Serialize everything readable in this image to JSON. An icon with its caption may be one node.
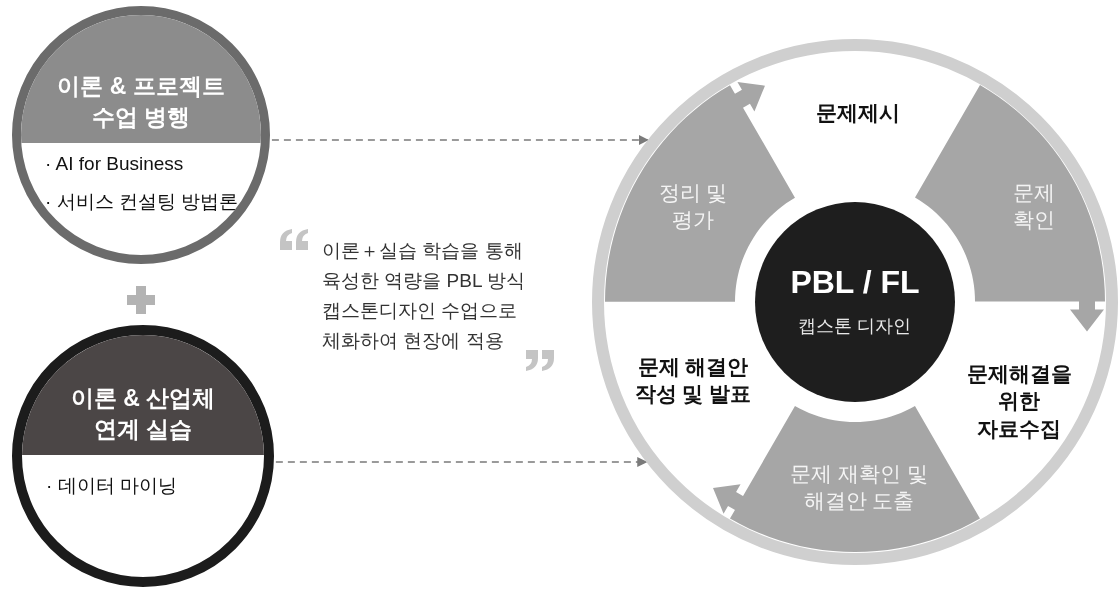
{
  "diagram": {
    "nodes": [
      {
        "text": [
          "이론 & 프로젝트 수업 병행",
          "· AI for Business",
          "· 서비스 컨설팅 방법론"
        ]
      },
      {
        "text": [
          "이론 & 산업체 연계 실습",
          "· 데이터 마이닝"
        ]
      },
      {
        "text": [],
        "shape": "circle"
      },
      {
        "text": [
          "PBL / FL",
          "캡스톤 디자인"
        ],
        "in": 2
      },
      {
        "text": [
          "문제제시"
        ],
        "in": 2
      },
      {
        "text": [
          "문제 확인"
        ],
        "in": 2
      },
      {
        "text": [
          "문제해결을 위한 자료수집"
        ],
        "in": 2
      },
      {
        "text": [
          "문제 재확인 및 해결안 도출"
        ],
        "in": 2
      },
      {
        "text": [
          "문제 해결안 작성 및 발표"
        ],
        "in": 2
      },
      {
        "text": [
          "정리 및 평가"
        ],
        "in": 2
      }
    ],
    "edges": [
      {
        "from": 0,
        "to": 2,
        "arrow": "to",
        "style": "dashed"
      },
      {
        "from": 1,
        "to": 2,
        "arrow": "to",
        "style": "dashed"
      }
    ],
    "labels": [
      "이론＋실습 학습을 통해 육성한 역량을 PBL 방식 캡스톤디자인 수업으로 체화하여 현장에 적용"
    ]
  }
}
